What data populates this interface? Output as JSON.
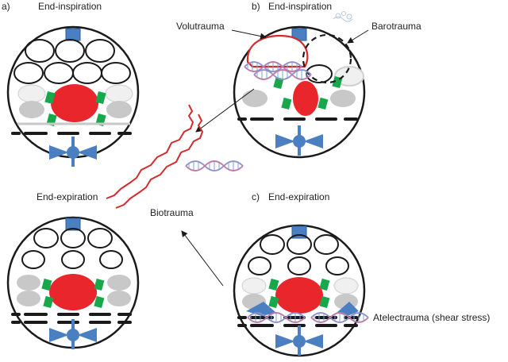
{
  "panels": {
    "a": {
      "letter": "a)",
      "phase_top": "End-inspiration",
      "phase_bottom": "End-expiration"
    },
    "b": {
      "letter": "b)",
      "phase": "End-inspiration"
    },
    "c": {
      "letter": "c)",
      "phase": "End-expiration"
    }
  },
  "labels": {
    "volutrauma": "Volutrauma",
    "barotrauma": "Barotrauma",
    "biotrauma": "Biotrauma",
    "atelectrauma": "Atelectrauma (shear stress)"
  },
  "colors": {
    "outline": "#1a1a1a",
    "nucleus": "#e8262b",
    "cell_green": "#18a84b",
    "cell_gray": "#c8c8c8",
    "cell_light": "#ececec",
    "vessel_blue": "#4a7fc1",
    "trauma_red": "#d42a2a",
    "dna": "#8d8fcf"
  }
}
